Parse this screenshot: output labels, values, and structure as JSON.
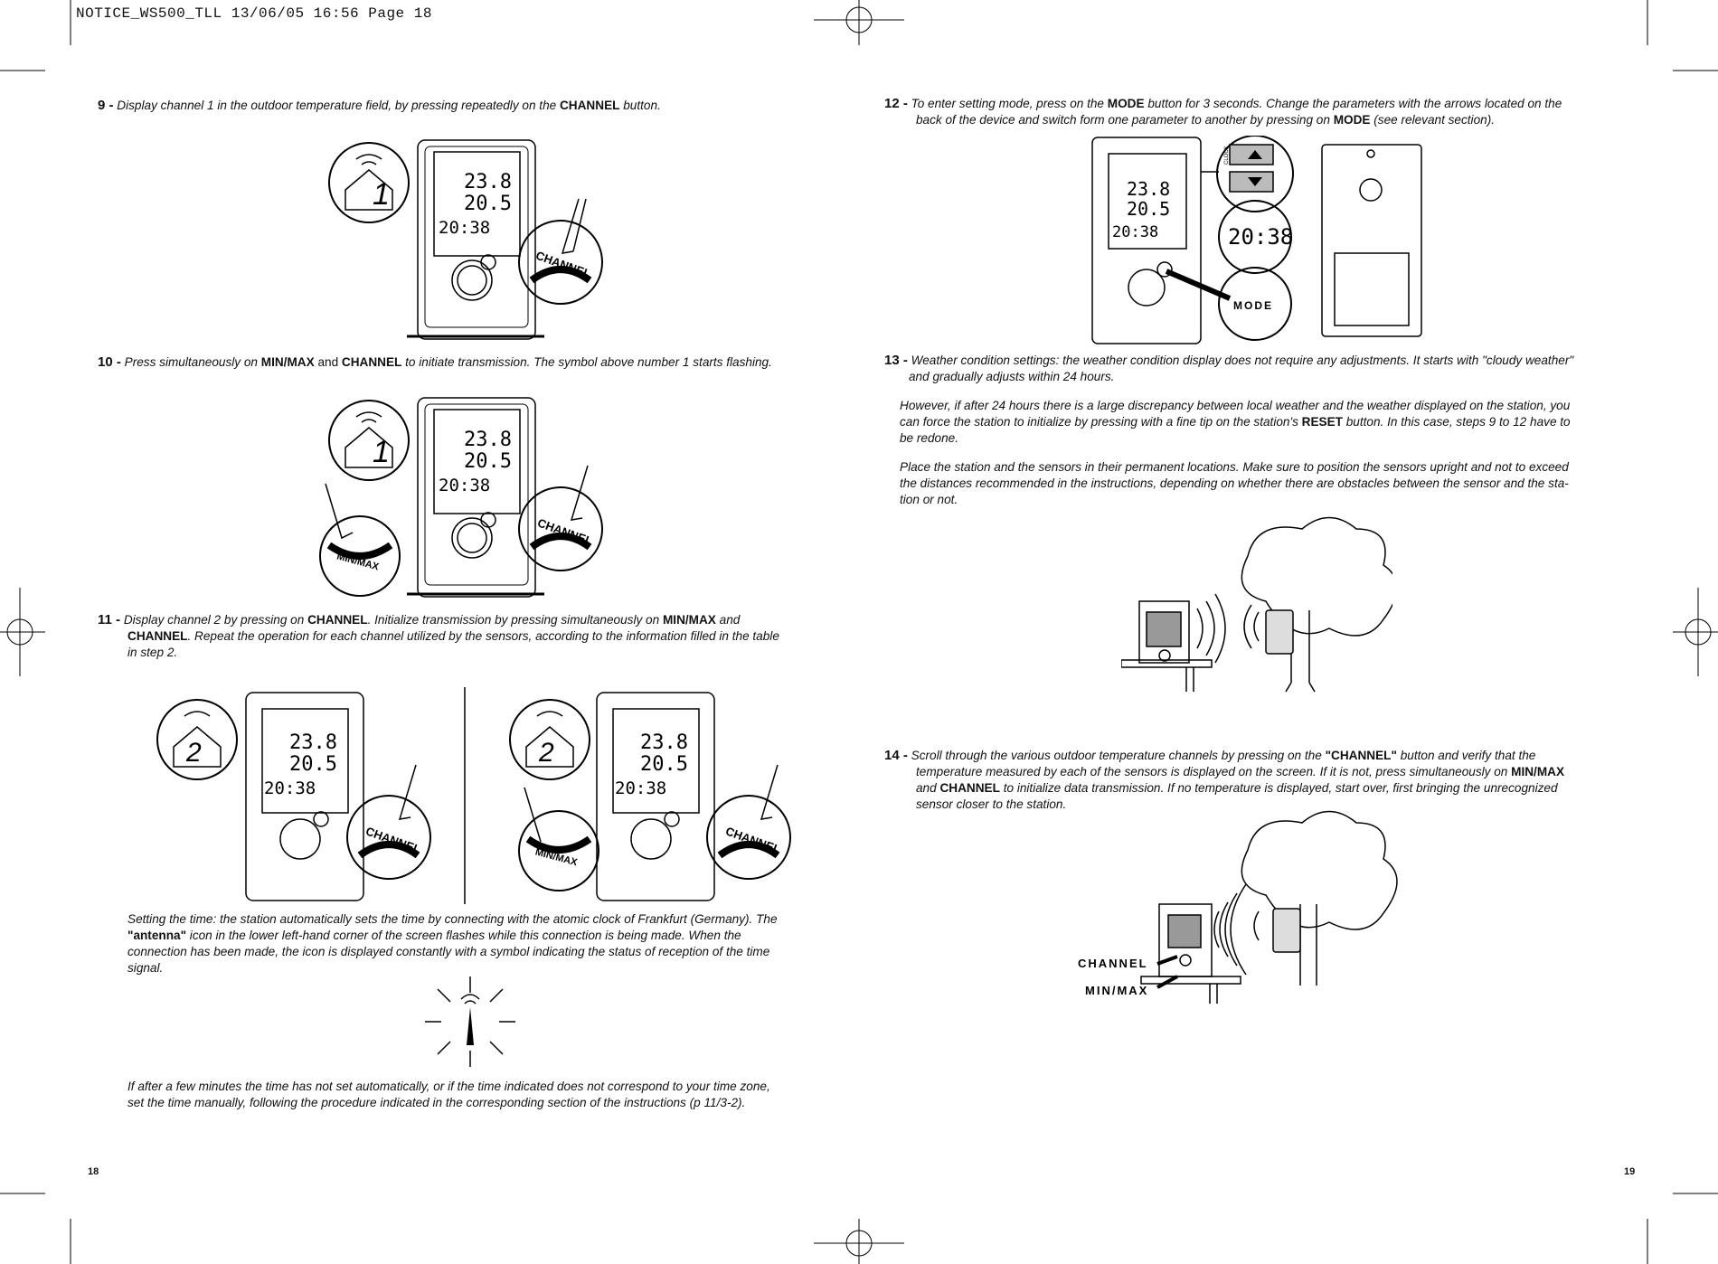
{
  "header": {
    "slug": "NOTICE_WS500_TLL  13/06/05  16:56  Page 18"
  },
  "left": {
    "s9": {
      "num": "9 -",
      "t1": "Display channel 1 in the outdoor temperature field, by pressing repeatedly on the ",
      "b1": "CHANNEL",
      "t2": " button."
    },
    "s10": {
      "num": "10 -",
      "t1": "Press simultaneously on ",
      "b1": "MIN/MAX",
      "t2": " and ",
      "b2": "CHANNEL",
      "t3": " to initiate transmission. The symbol above number 1 starts flashing."
    },
    "s11": {
      "num": "11 -",
      "t1": "Display channel 2 by pressing on ",
      "b1": "CHANNEL",
      "t2": ". Initialize transmission by pressing simultaneously on ",
      "b2": "MIN/MAX",
      "t3": " and",
      "b3": "CHANNEL",
      "t4": ". Repeat the operation for each channel utilized by the sensors, according to the information filled in the table",
      "t5": "in step 2."
    },
    "time_para": {
      "l1": "Setting the time: the station automatically sets the time by connecting with the atomic clock of Frankfurt (Germany). The",
      "b1": "\"antenna\"",
      "l2": " icon in the lower left-hand corner of the screen flashes while this connection is being made. When the",
      "l3": "connection has been made, the icon is displayed constantly with a symbol indicating the status of reception of the time",
      "l4": "signal."
    },
    "manual_para": {
      "l1": "If after a few minutes the time has not set automatically, or if the time indicated does not correspond to your time zone,",
      "l2": "set the time manually, following the procedure indicated in the corresponding section of the instructions (p 11/3-2)."
    },
    "page_num": "18"
  },
  "right": {
    "s12": {
      "num": "12 -",
      "t1": "To enter setting mode, press on the ",
      "b1": "MODE",
      "t2": " button for 3 seconds. Change the parameters with the arrows located on the",
      "t3": "back of the device and switch form one parameter to another by pressing on ",
      "b2": "MODE",
      "t4": " (see relevant section)."
    },
    "s13": {
      "num": "13 -",
      "t1": "Weather condition settings: the weather condition display does not require any adjustments. It starts with \"cloudy weather\"",
      "t2": "and gradually adjusts within 24 hours."
    },
    "p13a": {
      "l1": "However, if after 24 hours there is a large discrepancy between local weather and the weather displayed on the station, you",
      "l2": "can force the station to initialize by pressing with a fine tip on the station's ",
      "b1": "RESET",
      "l3": " button. In this case, steps 9 to 12 have to",
      "l4": "be redone."
    },
    "p13b": {
      "l1": "Place the station and the sensors in their permanent locations. Make sure to position the sensors upright and not to exceed",
      "l2": "the distances recommended in the instructions, depending on whether there are obstacles between the sensor and the sta-",
      "l3": "tion or not."
    },
    "s14": {
      "num": "14 -",
      "t1": "Scroll through the various outdoor temperature channels by pressing on the ",
      "b1": "\"CHANNEL\"",
      "t2": " button and verify that the",
      "t3": "temperature measured by each of the sensors is displayed on the screen. If it is not, press simultaneously on ",
      "b2": "MIN/MAX",
      "t4": "and ",
      "b3": "CHANNEL",
      "t5": " to initialize data transmission. If no temperature is displayed, start over, first bringing the unrecognized",
      "t6": "sensor closer to the station."
    },
    "page_num": "19"
  },
  "labels": {
    "channel": "CHANNEL",
    "minmax": "MIN/MAX",
    "mode": "MODE",
    "clock": "CLOCK",
    "temp1": "23.8",
    "temp2": "20.5",
    "time": "20:38",
    "ch1": "1",
    "ch2": "2",
    "channel_label": "CHANNEL",
    "minmax_label": "MIN/MAX"
  }
}
